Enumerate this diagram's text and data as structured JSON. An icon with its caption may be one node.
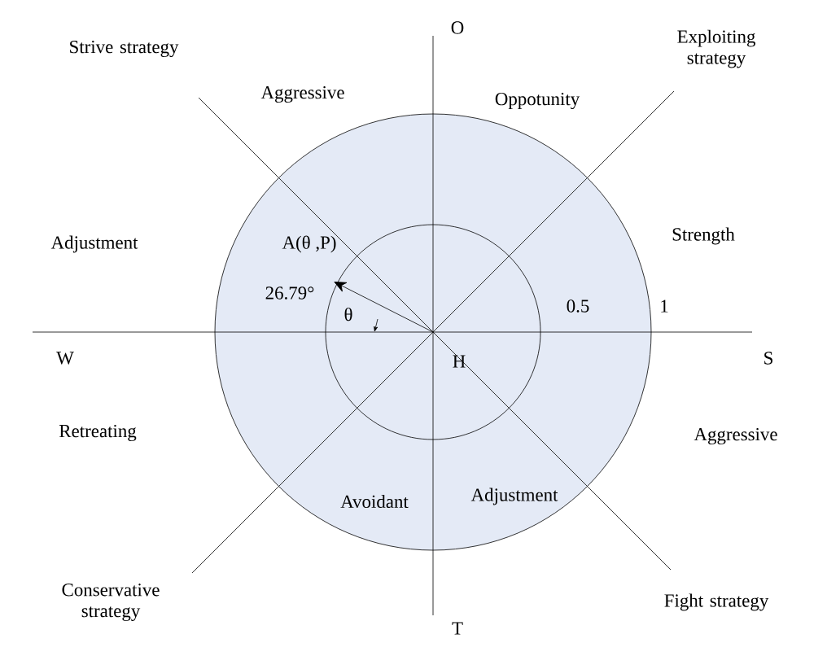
{
  "diagram": {
    "nodes": [
      {
        "text": [
          "H"
        ]
      },
      {
        "text": [
          "A(θ ,P)"
        ]
      }
    ],
    "edges": [
      {
        "from": 0,
        "to": 1,
        "arrow": "to"
      }
    ],
    "labels": [
      "O",
      "Strive strategy",
      "Exploiting strategy",
      "Aggressive",
      "Oppotunity",
      "Strength",
      "Adjustment",
      "26.79°",
      "θ",
      "0.5",
      "1",
      "W",
      "S",
      "Retreating",
      "Aggressive",
      "Conservative strategy",
      "Avoidant",
      "Adjustment",
      "Fight strategy",
      "T"
    ]
  }
}
